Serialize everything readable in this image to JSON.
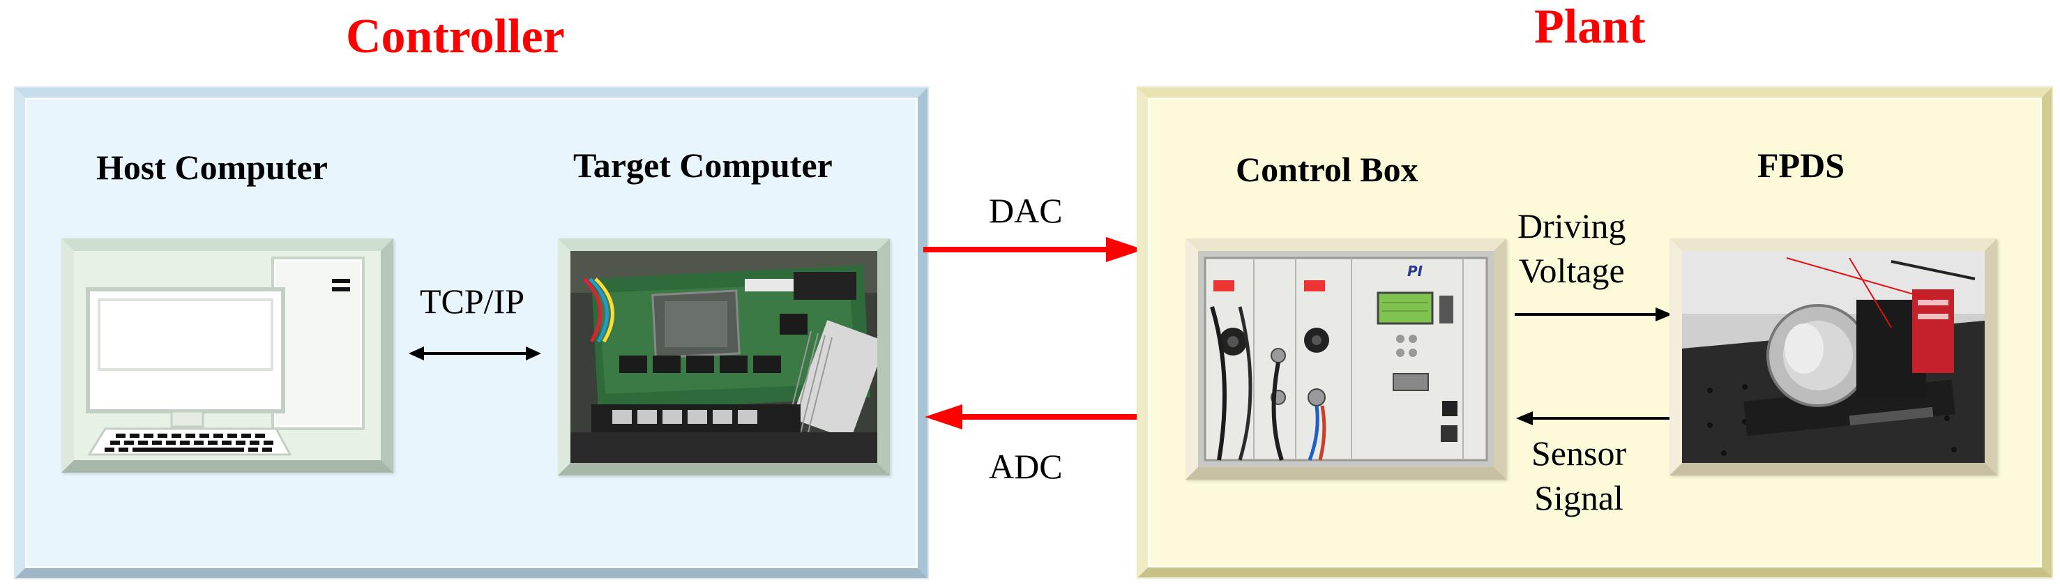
{
  "titles": {
    "controller": "Controller",
    "plant": "Plant"
  },
  "controller_panel": {
    "host_computer": "Host Computer",
    "target_computer": "Target Computer",
    "link_label": "TCP/IP"
  },
  "plant_panel": {
    "control_box": "Control Box",
    "fpds": "FPDS",
    "driving_voltage_line1": "Driving",
    "driving_voltage_line2": "Voltage",
    "sensor_signal_line1": "Sensor",
    "sensor_signal_line2": "Signal"
  },
  "links": {
    "dac": "DAC",
    "adc": "ADC"
  },
  "control_box_panel_text": {
    "brand": "PI"
  },
  "colors": {
    "title": "#ff0000",
    "signal_arrow": "#ff0000",
    "controller_bg": "#e9f5fd",
    "plant_bg": "#fcfad9"
  },
  "icons": [
    "computer-icon",
    "circuit-board-photo",
    "control-box-photo",
    "fpds-stage-photo"
  ]
}
